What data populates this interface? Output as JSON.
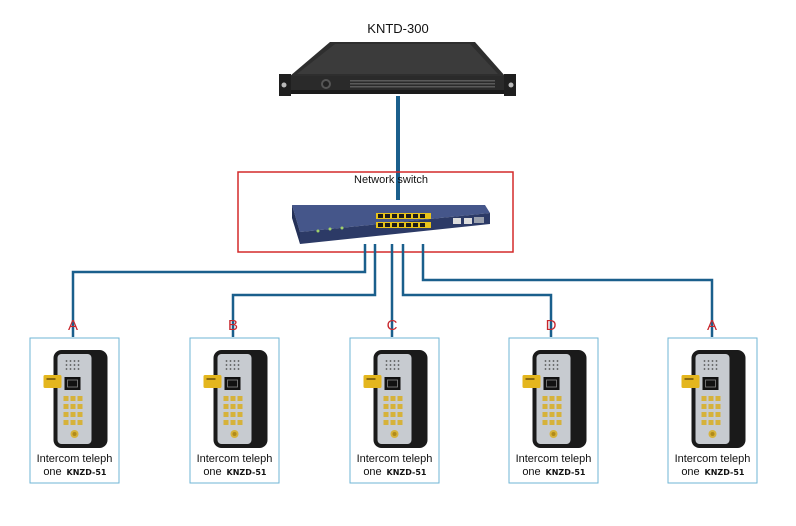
{
  "server": {
    "title": "KNTD-300"
  },
  "switch": {
    "label": "Network switch"
  },
  "colors": {
    "cable": "#1a5f8c",
    "switch_frame": "#d42a2a",
    "endpoint_frame": "#6fb6d6",
    "port_letter": "#c8262c",
    "switch_body": "#3a4a7a",
    "port_yellow": "#e8c31a",
    "intercom_panel": "#c7cbd0",
    "intercom_body": "#1a1a1a",
    "card_yellow": "#e4b61e"
  },
  "endpoints": [
    {
      "port": "A",
      "name_line1": "Intercom teleph",
      "name_line2": "one",
      "model": "KNZD-51"
    },
    {
      "port": "B",
      "name_line1": "Intercom teleph",
      "name_line2": "one",
      "model": "KNZD-51"
    },
    {
      "port": "C",
      "name_line1": "Intercom teleph",
      "name_line2": "one",
      "model": "KNZD-51"
    },
    {
      "port": "D",
      "name_line1": "Intercom teleph",
      "name_line2": "one",
      "model": "KNZD-51"
    },
    {
      "port": "A",
      "name_line1": "Intercom teleph",
      "name_line2": "one",
      "model": "KNZD-51"
    }
  ]
}
